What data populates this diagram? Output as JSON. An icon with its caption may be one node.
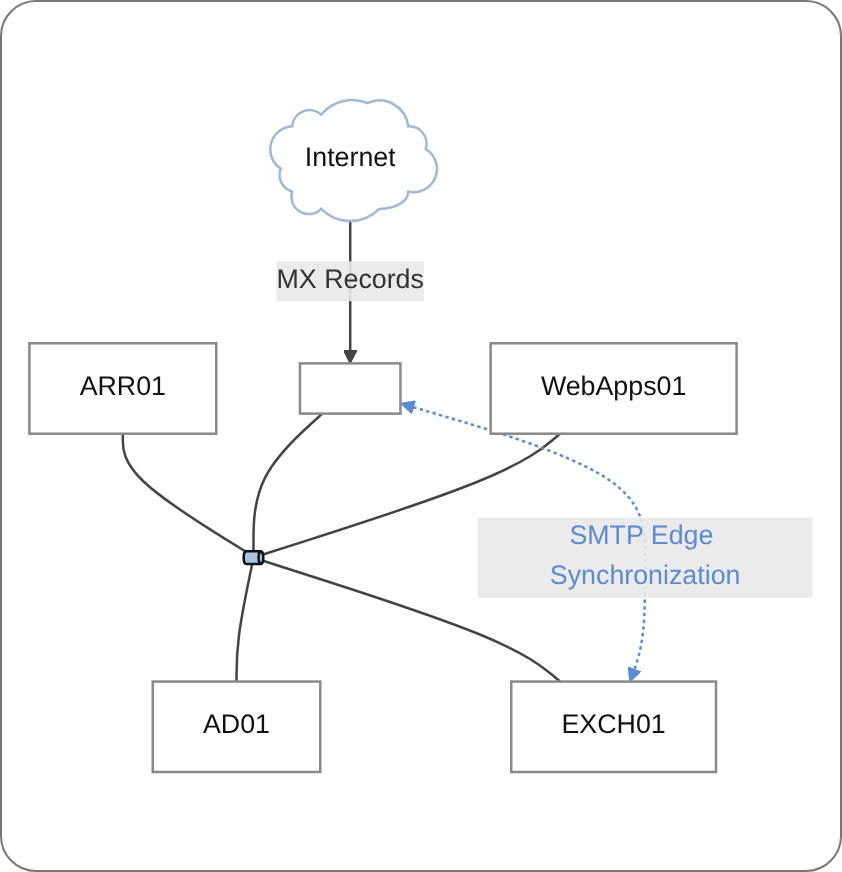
{
  "diagram": {
    "nodes": [
      {
        "text": [
          "Internet"
        ]
      },
      {
        "text": [
          "ARR01"
        ]
      },
      {
        "text": [],
        "shape": "box"
      },
      {
        "text": [
          "WebApps01"
        ]
      },
      {
        "text": [],
        "shape": "bar"
      },
      {
        "text": [
          "AD01"
        ]
      },
      {
        "text": [
          "EXCH01"
        ]
      }
    ],
    "edges": [
      {
        "from": 0,
        "to": 2,
        "arrow": "to",
        "label": "MX Records"
      },
      {
        "from": 1,
        "to": 4,
        "arrow": "none"
      },
      {
        "from": 2,
        "to": 4,
        "arrow": "none"
      },
      {
        "from": 3,
        "to": 4,
        "arrow": "none"
      },
      {
        "from": 4,
        "to": 5,
        "arrow": "none"
      },
      {
        "from": 4,
        "to": 6,
        "arrow": "none"
      },
      {
        "from": 2,
        "to": 6,
        "arrow": "both",
        "style": "dashed",
        "color": "#5b8bd0",
        "label": "SMTP Edge Synchronization"
      }
    ]
  }
}
